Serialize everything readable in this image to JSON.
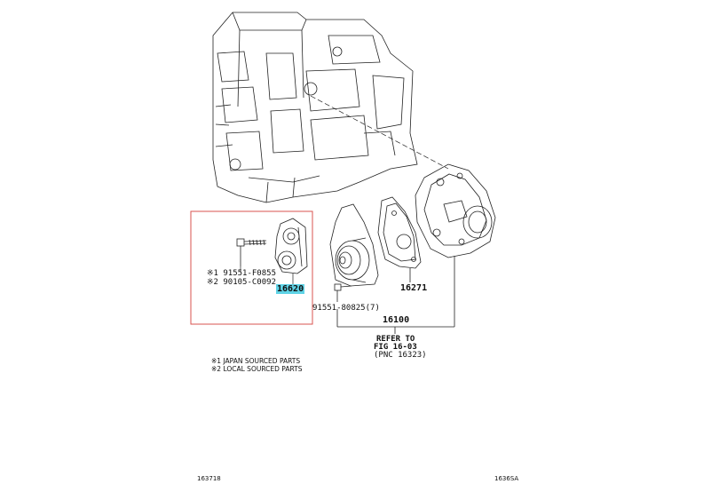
{
  "callouts": {
    "bolt_tensioner_1": "※1 91551-F0855",
    "bolt_tensioner_2": "※2 90105-C0092",
    "tensioner_part": "16620",
    "bolt_pump": "91551-80825(7)",
    "gasket_part": "16271",
    "pump_assembly": "16100"
  },
  "reference": {
    "line1": "REFER TO",
    "line2": "FIG 16-03",
    "line3": "(PNC 16323)"
  },
  "notes": [
    "※1 JAPAN SOURCED PARTS",
    "※2 LOCAL SOURCED PARTS"
  ],
  "footer": {
    "left": "163718",
    "right": "1636SA"
  },
  "colors": {
    "highlight_box": "#d9534f",
    "part_highlight": "#5fd3e6",
    "line": "#222222"
  }
}
